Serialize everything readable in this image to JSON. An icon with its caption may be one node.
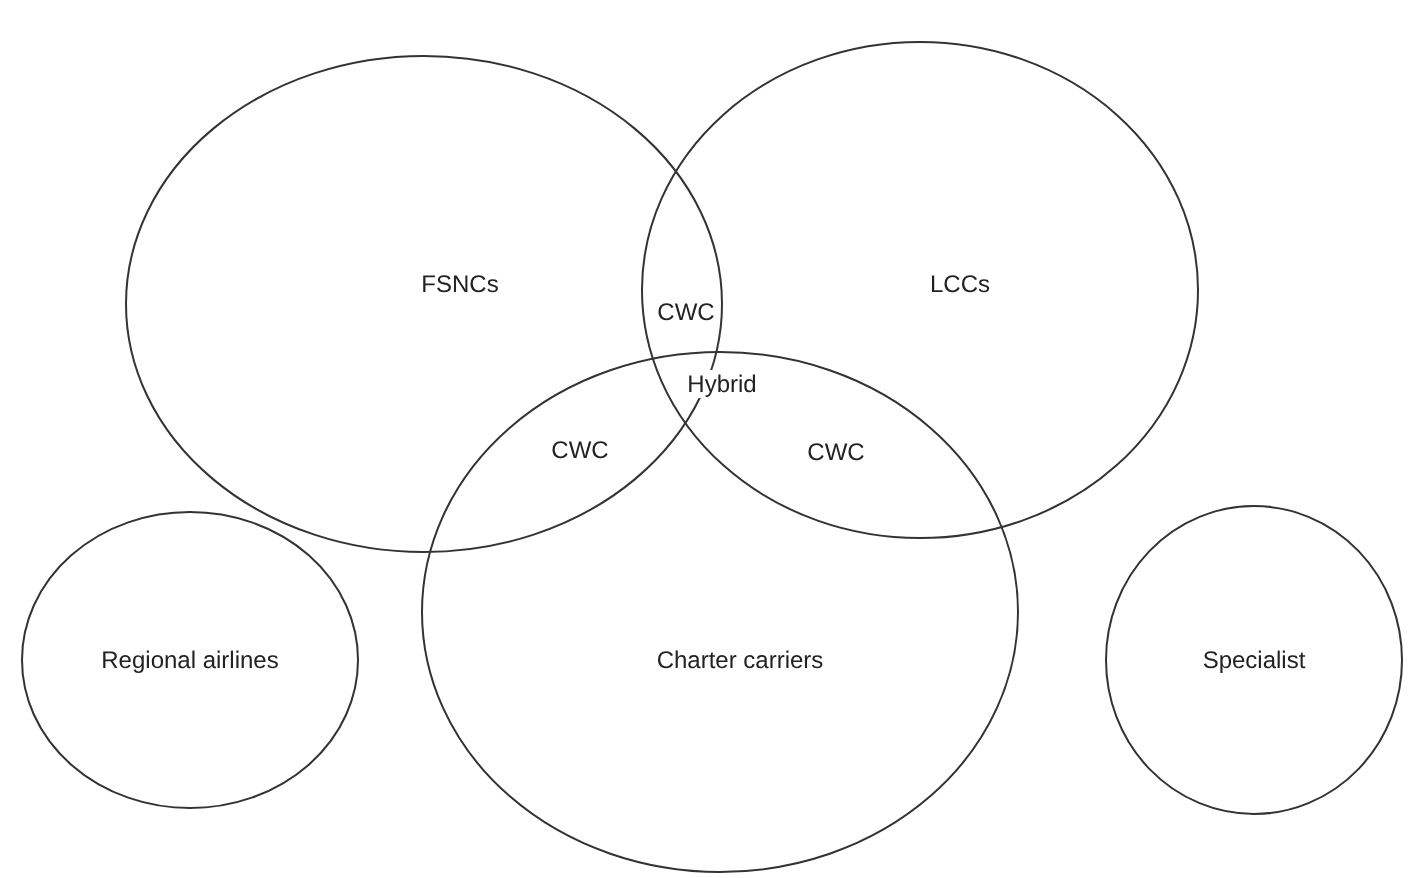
{
  "diagram": {
    "nodes": [
      {
        "text": [
          "FSNCs"
        ]
      },
      {
        "text": [
          "LCCs"
        ]
      },
      {
        "text": [
          "Charter carriers"
        ]
      },
      {
        "text": [
          "Regional airlines"
        ]
      },
      {
        "text": [
          "Specialist"
        ]
      }
    ],
    "labels": [
      "CWC",
      "Hybrid",
      "CWC",
      "CWC"
    ]
  }
}
